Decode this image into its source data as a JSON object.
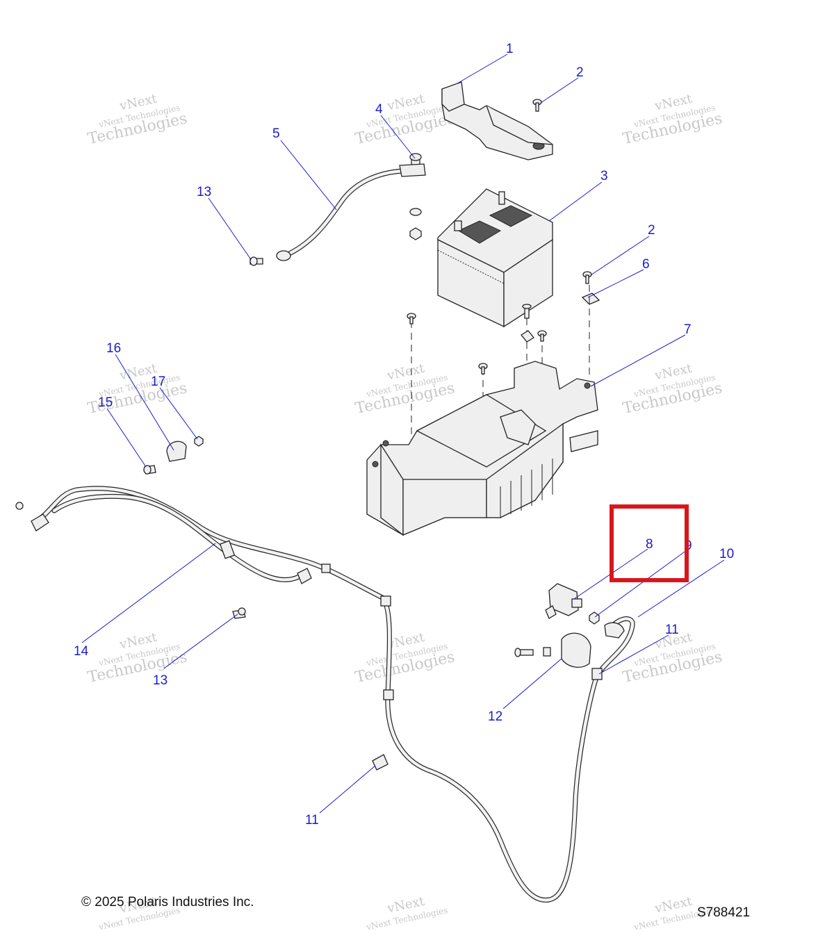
{
  "diagram": {
    "callouts": [
      {
        "id": "c1",
        "label": "1"
      },
      {
        "id": "c2a",
        "label": "2"
      },
      {
        "id": "c2b",
        "label": "2"
      },
      {
        "id": "c3",
        "label": "3"
      },
      {
        "id": "c4",
        "label": "4"
      },
      {
        "id": "c5",
        "label": "5"
      },
      {
        "id": "c6",
        "label": "6"
      },
      {
        "id": "c7",
        "label": "7"
      },
      {
        "id": "c8",
        "label": "8"
      },
      {
        "id": "c9",
        "label": "9"
      },
      {
        "id": "c10",
        "label": "10"
      },
      {
        "id": "c11a",
        "label": "11"
      },
      {
        "id": "c11b",
        "label": "11"
      },
      {
        "id": "c12",
        "label": "12"
      },
      {
        "id": "c13a",
        "label": "13"
      },
      {
        "id": "c13b",
        "label": "13"
      },
      {
        "id": "c14",
        "label": "14"
      },
      {
        "id": "c15",
        "label": "15"
      },
      {
        "id": "c16",
        "label": "16"
      },
      {
        "id": "c17",
        "label": "17"
      }
    ],
    "watermark": {
      "line1": "vNext",
      "line2": "vNext Technologies",
      "line3": "Technologies"
    },
    "highlight_color": "#d9161c",
    "callout_color": "#1a1acc"
  },
  "footer": {
    "copyright": "© 2025 Polaris Industries Inc.",
    "figure_code": "S788421"
  }
}
